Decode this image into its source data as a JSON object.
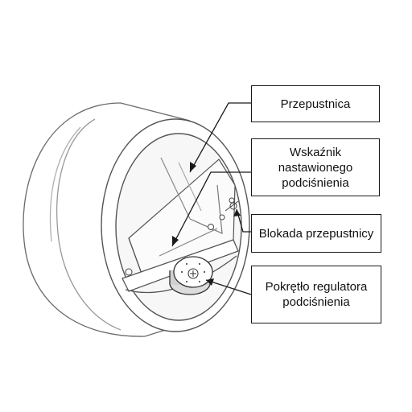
{
  "labels": {
    "damper": "Przepustnica",
    "indicator": [
      "Wskaźnik",
      "nastawionego",
      "podciśnienia"
    ],
    "damper_lock": "Blokada przepustnicy",
    "knob": [
      "Pokrętło regulatora",
      "podciśnienia"
    ]
  },
  "colors": {
    "line": "#1a1a1a",
    "drawing": "#555555",
    "background": "#ffffff"
  }
}
